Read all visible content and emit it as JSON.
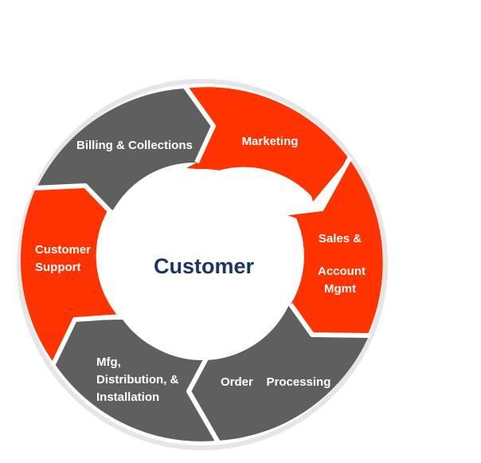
{
  "diagram": {
    "center_label": "Customer",
    "segments": [
      {
        "id": "marketing",
        "lines": [
          "Marketing"
        ],
        "color": "#FF3300"
      },
      {
        "id": "sales",
        "lines": [
          "Sales &",
          "Account",
          "Mgmt"
        ],
        "color": "#FF3300"
      },
      {
        "id": "order",
        "lines": [
          "Order    Processing"
        ],
        "color": "#5F5F5F"
      },
      {
        "id": "mfg",
        "lines": [
          "Mfg,",
          "Distribution, &",
          "Installation"
        ],
        "color": "#5F5F5F"
      },
      {
        "id": "support",
        "lines": [
          "Customer",
          "Support"
        ],
        "color": "#FF3300"
      },
      {
        "id": "billing",
        "lines": [
          "Billing & Collections"
        ],
        "color": "#5F5F5F"
      }
    ]
  },
  "colors": {
    "accent": "#FF3300",
    "gray": "#5F5F5F",
    "center_text": "#17375E",
    "ring_shadow": "#E6E6E6"
  }
}
